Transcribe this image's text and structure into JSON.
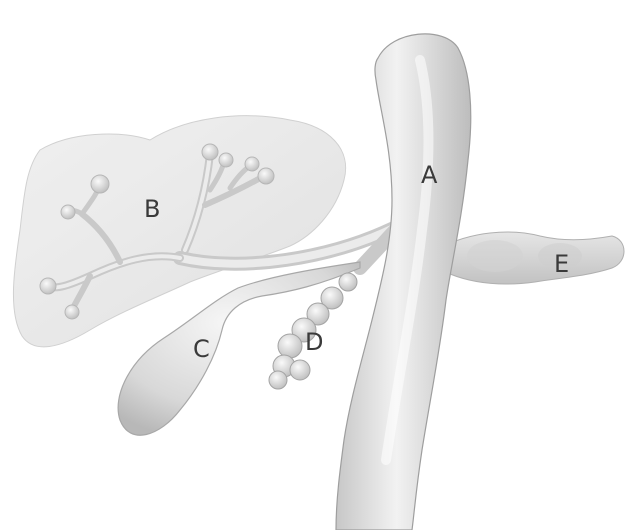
{
  "figure": {
    "labels": {
      "a": "A",
      "b": "B",
      "c": "C",
      "d": "D",
      "e": "E"
    },
    "colors": {
      "background": "#ffffff",
      "organ_light": "#ececec",
      "organ_mid": "#d4d4d4",
      "organ_dark": "#b4b4b4",
      "outline": "#a8a8a8",
      "label": "#3a3a3a"
    }
  }
}
